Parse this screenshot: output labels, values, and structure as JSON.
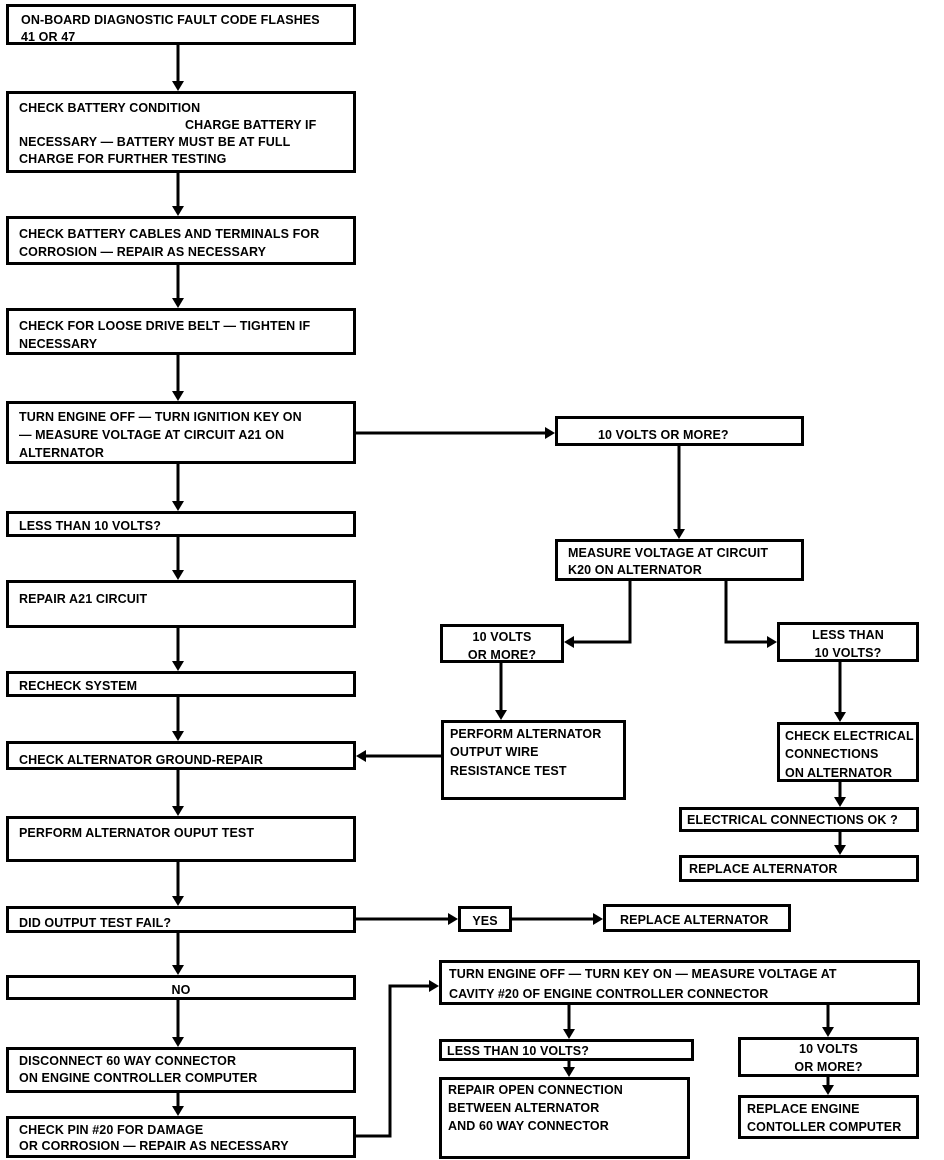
{
  "flowchart": {
    "nodes": {
      "fault_code": {
        "lines": [
          "ON-BOARD DIAGNOSTIC FAULT CODE FLASHES",
          "41 OR 47"
        ]
      },
      "check_battery": {
        "lines": [
          "CHECK BATTERY CONDITION",
          "CHARGE BATTERY IF",
          "NECESSARY — BATTERY MUST BE AT FULL",
          "CHARGE FOR FURTHER TESTING"
        ]
      },
      "check_cables": {
        "lines": [
          "CHECK BATTERY CABLES AND TERMINALS FOR",
          "CORROSION — REPAIR AS NECESSARY"
        ]
      },
      "check_belt": {
        "lines": [
          "CHECK FOR LOOSE DRIVE BELT — TIGHTEN IF",
          "NECESSARY"
        ]
      },
      "measure_a21": {
        "lines": [
          "TURN ENGINE OFF — TURN IGNITION KEY ON",
          "— MEASURE VOLTAGE AT CIRCUIT A21 ON",
          "ALTERNATOR"
        ]
      },
      "less_10_a21": {
        "lines": [
          "LESS THAN 10 VOLTS?"
        ]
      },
      "repair_a21": {
        "lines": [
          "REPAIR A21 CIRCUIT"
        ]
      },
      "recheck": {
        "lines": [
          "RECHECK SYSTEM"
        ]
      },
      "check_ground": {
        "lines": [
          "CHECK ALTERNATOR GROUND-REPAIR"
        ]
      },
      "output_test": {
        "lines": [
          "PERFORM ALTERNATOR  OUPUT TEST"
        ]
      },
      "did_fail": {
        "lines": [
          "DID OUTPUT TEST FAIL?"
        ]
      },
      "no": {
        "lines": [
          "NO"
        ]
      },
      "disconnect": {
        "lines": [
          "DISCONNECT 60 WAY CONNECTOR",
          "ON ENGINE CONTROLLER COMPUTER"
        ]
      },
      "check_pin": {
        "lines": [
          "CHECK PIN #20 FOR DAMAGE",
          "OR CORROSION — REPAIR AS NECESSARY"
        ]
      },
      "ten_or_more_a21": {
        "lines": [
          "10 VOLTS OR MORE?"
        ]
      },
      "measure_k20": {
        "lines": [
          "MEASURE VOLTAGE AT CIRCUIT",
          "K20 ON ALTERNATOR"
        ]
      },
      "ten_or_more_k20": {
        "lines": [
          "10 VOLTS",
          "OR MORE?"
        ]
      },
      "less_10_k20": {
        "lines": [
          "LESS THAN",
          "10 VOLTS?"
        ]
      },
      "wire_resistance": {
        "lines": [
          "PERFORM ALTERNATOR",
          "OUTPUT WIRE",
          "RESISTANCE TEST"
        ]
      },
      "check_connections": {
        "lines": [
          "CHECK ELECTRICAL",
          "CONNECTIONS",
          "ON ALTERNATOR"
        ]
      },
      "connections_ok": {
        "lines": [
          "ELECTRICAL CONNECTIONS OK ?"
        ]
      },
      "replace_alt_1": {
        "lines": [
          "REPLACE ALTERNATOR"
        ]
      },
      "yes": {
        "lines": [
          "YES"
        ]
      },
      "replace_alt_2": {
        "lines": [
          "REPLACE ALTERNATOR"
        ]
      },
      "measure_cavity": {
        "lines": [
          "TURN ENGINE OFF — TURN KEY ON — MEASURE  VOLTAGE AT",
          "CAVITY #20 OF ENGINE CONTROLLER CONNECTOR"
        ]
      },
      "less_10_cavity": {
        "lines": [
          "LESS THAN 10 VOLTS?"
        ]
      },
      "ten_or_more_cavity": {
        "lines": [
          "10 VOLTS",
          "OR MORE?"
        ]
      },
      "repair_open": {
        "lines": [
          "REPAIR OPEN CONNECTION",
          "BETWEEN ALTERNATOR",
          "AND 60 WAY CONNECTOR"
        ]
      },
      "replace_computer": {
        "lines": [
          "REPLACE ENGINE",
          "CONTOLLER COMPUTER"
        ]
      }
    }
  }
}
